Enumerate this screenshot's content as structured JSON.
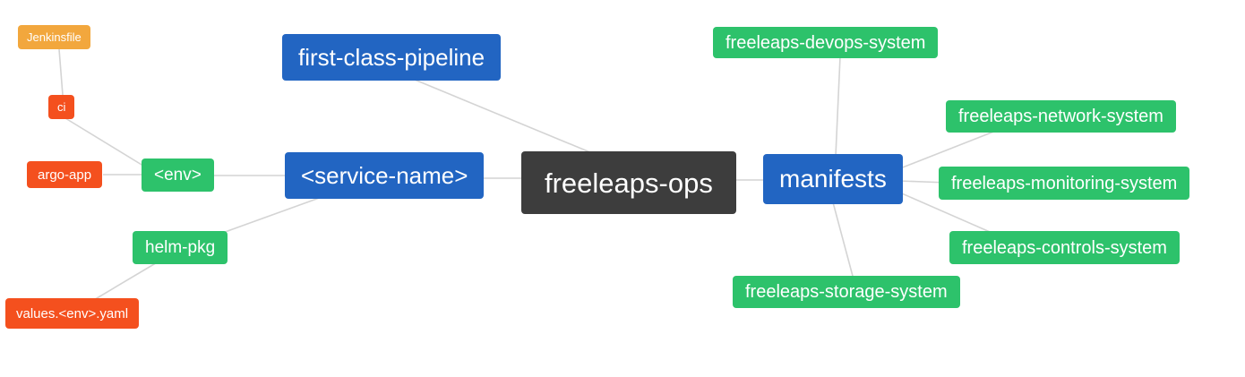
{
  "palette": {
    "blue": "#2265c2",
    "green": "#2dc26b",
    "red": "#f4501e",
    "orange": "#f2a73d",
    "dark": "#3d3d3d",
    "edge": "#d4d4d4",
    "background": "#ffffff"
  },
  "diagram": {
    "type": "mindmap",
    "root": "freeleaps-ops",
    "nodes": {
      "jenkinsfile": {
        "label": "Jenkinsfile",
        "color": "orange"
      },
      "ci": {
        "label": "ci",
        "color": "red"
      },
      "argo_app": {
        "label": "argo-app",
        "color": "red"
      },
      "env": {
        "label": "<env>",
        "color": "green"
      },
      "helm_pkg": {
        "label": "helm-pkg",
        "color": "green"
      },
      "values_env_yaml": {
        "label": "values.<env>.yaml",
        "color": "red"
      },
      "first_class_pipeline": {
        "label": "first-class-pipeline",
        "color": "blue"
      },
      "service_name": {
        "label": "<service-name>",
        "color": "blue"
      },
      "freeleaps_ops": {
        "label": "freeleaps-ops",
        "color": "dark"
      },
      "manifests": {
        "label": "manifests",
        "color": "blue"
      },
      "freeleaps_devops_system": {
        "label": "freeleaps-devops-system",
        "color": "green"
      },
      "freeleaps_network_system": {
        "label": "freeleaps-network-system",
        "color": "green"
      },
      "freeleaps_monitoring_system": {
        "label": "freeleaps-monitoring-system",
        "color": "green"
      },
      "freeleaps_controls_system": {
        "label": "freeleaps-controls-system",
        "color": "green"
      },
      "freeleaps_storage_system": {
        "label": "freeleaps-storage-system",
        "color": "green"
      }
    },
    "edges": [
      {
        "from": "jenkinsfile",
        "to": "ci"
      },
      {
        "from": "ci",
        "to": "env"
      },
      {
        "from": "argo_app",
        "to": "env"
      },
      {
        "from": "env",
        "to": "service_name"
      },
      {
        "from": "helm_pkg",
        "to": "service_name"
      },
      {
        "from": "values_env_yaml",
        "to": "helm_pkg"
      },
      {
        "from": "first_class_pipeline",
        "to": "freeleaps_ops"
      },
      {
        "from": "service_name",
        "to": "freeleaps_ops"
      },
      {
        "from": "freeleaps_ops",
        "to": "manifests"
      },
      {
        "from": "manifests",
        "to": "freeleaps_devops_system"
      },
      {
        "from": "manifests",
        "to": "freeleaps_network_system"
      },
      {
        "from": "manifests",
        "to": "freeleaps_monitoring_system"
      },
      {
        "from": "manifests",
        "to": "freeleaps_controls_system"
      },
      {
        "from": "manifests",
        "to": "freeleaps_storage_system"
      }
    ]
  }
}
